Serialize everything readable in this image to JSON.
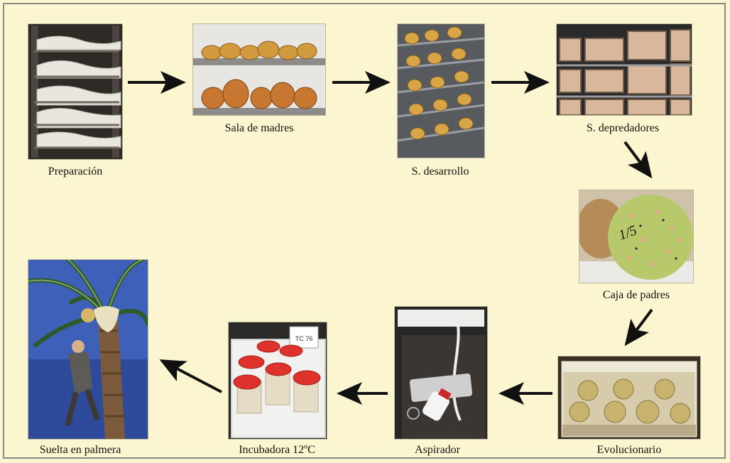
{
  "steps": [
    {
      "label": "Preparación"
    },
    {
      "label": "Sala de madres"
    },
    {
      "label": "S. desarrollo"
    },
    {
      "label": "S. depredadores"
    },
    {
      "label": "Caja de padres"
    },
    {
      "label": "Evolucionario"
    },
    {
      "label": "Aspirador"
    },
    {
      "label": "Incubadora 12ºC"
    },
    {
      "label": "Suelta en palmera"
    }
  ],
  "photo_texts": {
    "ball_marking": "1/5",
    "jar_label": "TC 76"
  },
  "colors": {
    "background": "#fbf6cf",
    "arrow": "#111111",
    "border": "#8a8a8a"
  }
}
